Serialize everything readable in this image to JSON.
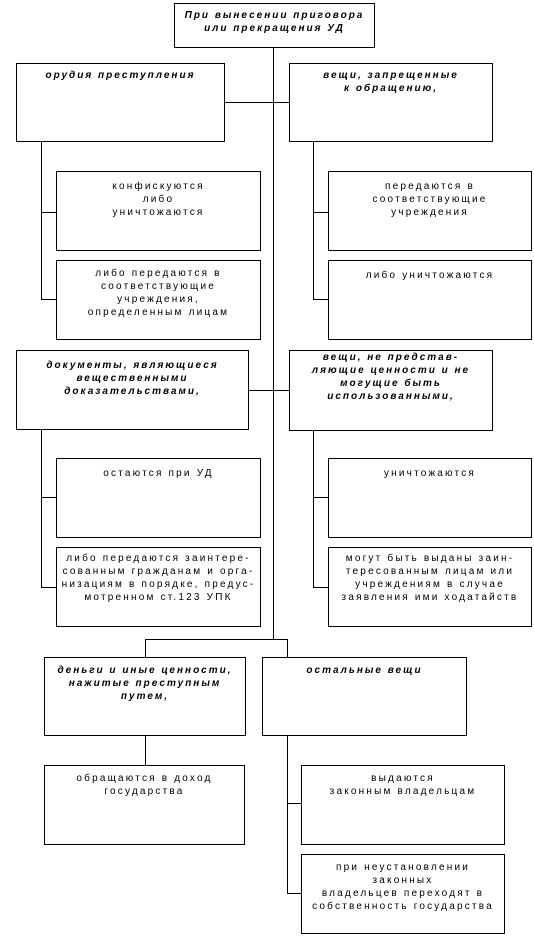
{
  "root": "При вынесении приговора\nили прекращения УД",
  "g1": {
    "title": "орудия преступления",
    "a": "конфискуются\nлибо\nуничтожаются",
    "b": "либо передаются в\nсоответствующие\nучреждения,\nопределенным лицам"
  },
  "g2": {
    "title": "вещи, запрещенные\nк обращению,",
    "a": "передаются в\nсоответствующие\nучреждения",
    "b": "либо уничтожаются"
  },
  "g3": {
    "title": "документы, являющиеся\nвещественными\nдоказательствами,",
    "a": "остаются при УД",
    "b": "либо передаются заинтере-\nсованным гражданам и орга-\nнизациям в порядке, предус-\nмотренном ст.123 УПК"
  },
  "g4": {
    "title": "вещи, не представ-\nляющие ценности и не\nмогущие быть\nиспользованными,",
    "a": "уничтожаются",
    "b": "могут быть выданы заин-\nтересованным лицам или\nучреждениям в случае\nзаявления ими ходатайств"
  },
  "g5": {
    "title": "деньги и иные ценности,\nнажитые преступным\nпутем,",
    "a": "обращаются в доход\nгосударства"
  },
  "g6": {
    "title": "остальные вещи",
    "a": "выдаются\nзаконным владельцам",
    "b": "при неустановлении законных\nвладельцев переходят в\nсобственность государства"
  }
}
